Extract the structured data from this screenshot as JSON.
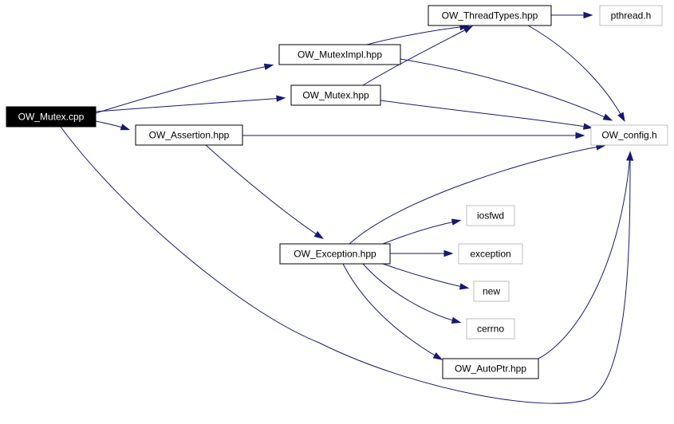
{
  "diagram": {
    "nodes": [
      {
        "id": "mutex_cpp",
        "label": "OW_Mutex.cpp",
        "style": "root"
      },
      {
        "id": "mutex_impl",
        "label": "OW_MutexImpl.hpp",
        "style": "documented"
      },
      {
        "id": "mutex_hpp",
        "label": "OW_Mutex.hpp",
        "style": "documented"
      },
      {
        "id": "assertion",
        "label": "OW_Assertion.hpp",
        "style": "documented"
      },
      {
        "id": "thread_types",
        "label": "OW_ThreadTypes.hpp",
        "style": "documented"
      },
      {
        "id": "pthread",
        "label": "pthread.h",
        "style": "external"
      },
      {
        "id": "config",
        "label": "OW_config.h",
        "style": "external"
      },
      {
        "id": "exception_hpp",
        "label": "OW_Exception.hpp",
        "style": "documented"
      },
      {
        "id": "iosfwd",
        "label": "iosfwd",
        "style": "external"
      },
      {
        "id": "exception",
        "label": "exception",
        "style": "external"
      },
      {
        "id": "new",
        "label": "new",
        "style": "external"
      },
      {
        "id": "cerrno",
        "label": "cerrno",
        "style": "external"
      },
      {
        "id": "autoptr",
        "label": "OW_AutoPtr.hpp",
        "style": "documented"
      }
    ],
    "edges": [
      {
        "from": "mutex_cpp",
        "to": "mutex_impl"
      },
      {
        "from": "mutex_cpp",
        "to": "mutex_hpp"
      },
      {
        "from": "mutex_cpp",
        "to": "assertion"
      },
      {
        "from": "mutex_cpp",
        "to": "config"
      },
      {
        "from": "mutex_impl",
        "to": "thread_types"
      },
      {
        "from": "mutex_impl",
        "to": "config"
      },
      {
        "from": "mutex_hpp",
        "to": "thread_types"
      },
      {
        "from": "mutex_hpp",
        "to": "config"
      },
      {
        "from": "thread_types",
        "to": "pthread"
      },
      {
        "from": "thread_types",
        "to": "config"
      },
      {
        "from": "assertion",
        "to": "config"
      },
      {
        "from": "assertion",
        "to": "exception_hpp"
      },
      {
        "from": "exception_hpp",
        "to": "config"
      },
      {
        "from": "exception_hpp",
        "to": "iosfwd"
      },
      {
        "from": "exception_hpp",
        "to": "exception"
      },
      {
        "from": "exception_hpp",
        "to": "new"
      },
      {
        "from": "exception_hpp",
        "to": "cerrno"
      },
      {
        "from": "exception_hpp",
        "to": "autoptr"
      },
      {
        "from": "autoptr",
        "to": "config"
      }
    ],
    "colors": {
      "edge": "#191970",
      "root_fill": "#000000",
      "root_text": "#ffffff",
      "documented_border": "#000000",
      "external_border": "#bfbfbf",
      "node_fill": "#ffffff",
      "node_text": "#000000"
    }
  }
}
